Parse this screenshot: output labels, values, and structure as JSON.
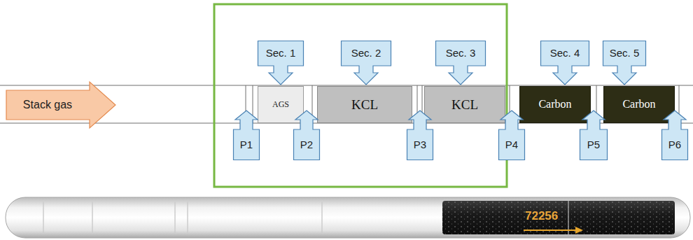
{
  "diagram": {
    "nodes": [
      {
        "text": [
          "Sec. 1"
        ]
      },
      {
        "text": [
          "Sec. 2"
        ]
      },
      {
        "text": [
          "Sec. 3"
        ]
      },
      {
        "text": [
          "Sec. 4"
        ]
      },
      {
        "text": [
          "Sec. 5"
        ]
      },
      {
        "text": [
          "Stack gas"
        ]
      },
      {
        "text": [
          "AGS"
        ]
      },
      {
        "text": [
          "KCL"
        ]
      },
      {
        "text": [
          "KCL"
        ]
      },
      {
        "text": [
          "Carbon"
        ]
      },
      {
        "text": [
          "Carbon"
        ]
      },
      {
        "text": [
          "P1"
        ]
      },
      {
        "text": [
          "P2"
        ]
      },
      {
        "text": [
          "P3"
        ]
      },
      {
        "text": [
          "P4"
        ]
      },
      {
        "text": [
          "P5"
        ]
      },
      {
        "text": [
          "P6"
        ]
      }
    ],
    "labels": [
      "72256"
    ]
  }
}
